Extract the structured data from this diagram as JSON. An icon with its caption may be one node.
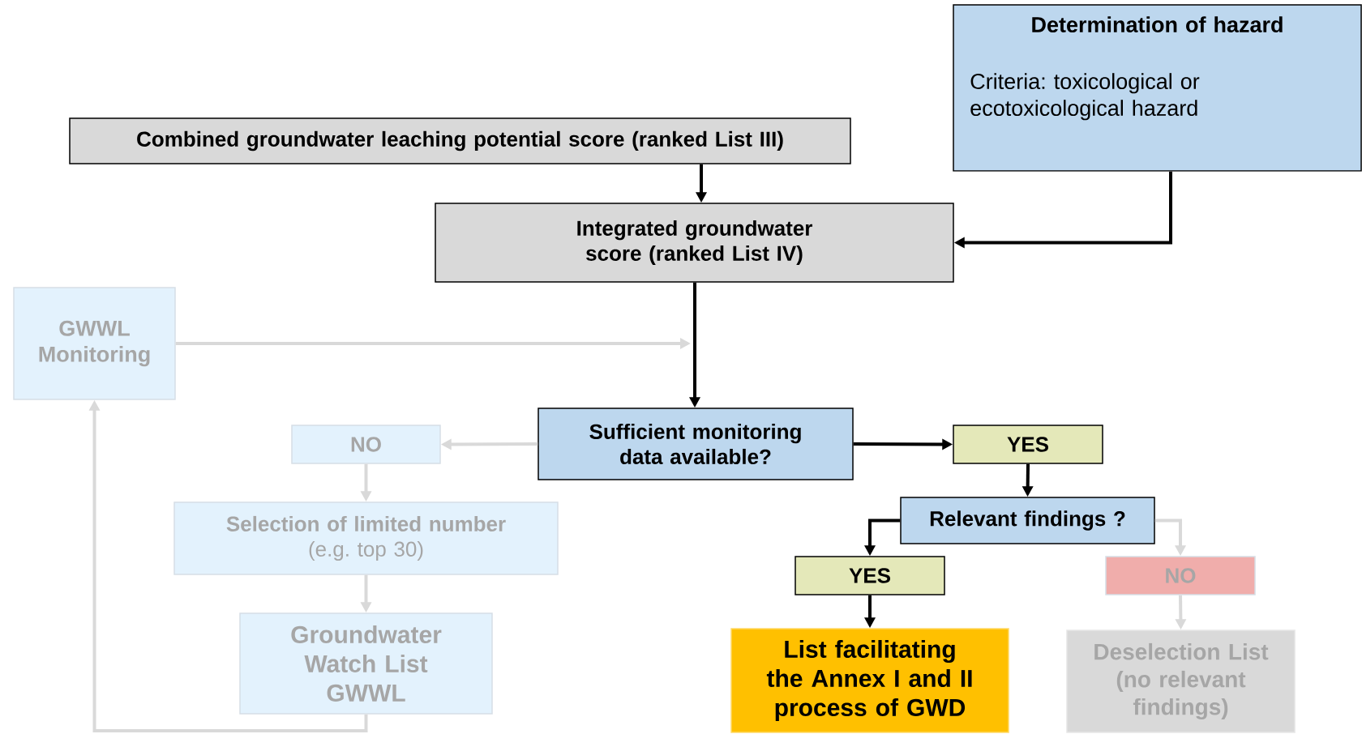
{
  "diagram": {
    "nodes": [
      {
        "text": [
          "Determination of hazard",
          "Criteria: toxicological or ecotoxicological hazard"
        ]
      },
      {
        "text": [
          "Combined groundwater leaching potential score (ranked List III)"
        ]
      },
      {
        "text": [
          "Integrated groundwater score (ranked List IV)"
        ]
      },
      {
        "text": [
          "GWWL Monitoring"
        ]
      },
      {
        "text": [
          "Sufficient monitoring data available?"
        ]
      },
      {
        "text": [
          "NO"
        ]
      },
      {
        "text": [
          "YES"
        ]
      },
      {
        "text": [
          "Selection of limited number",
          "(e.g. top 30)"
        ]
      },
      {
        "text": [
          "Relevant findings ?"
        ]
      },
      {
        "text": [
          "YES"
        ]
      },
      {
        "text": [
          "NO"
        ]
      },
      {
        "text": [
          "Groundwater Watch List GWWL"
        ]
      },
      {
        "text": [
          "List facilitating the Annex I and II process of GWD"
        ]
      },
      {
        "text": [
          "Deselection List (no relevant findings)"
        ]
      }
    ],
    "edges": [
      {
        "from": 1,
        "to": 2,
        "arrow": "to"
      },
      {
        "from": 0,
        "to": 2,
        "arrow": "to"
      },
      {
        "from": 2,
        "to": 4,
        "arrow": "to"
      },
      {
        "from": 3,
        "to": null,
        "arrow": "to",
        "color": "#d9d9d9"
      },
      {
        "from": 4,
        "to": 5,
        "arrow": "to",
        "color": "#d9d9d9"
      },
      {
        "from": 4,
        "to": 6,
        "arrow": "to"
      },
      {
        "from": 5,
        "to": 7,
        "arrow": "to",
        "color": "#d9d9d9"
      },
      {
        "from": 7,
        "to": 11,
        "arrow": "to",
        "color": "#d9d9d9"
      },
      {
        "from": 11,
        "to": 3,
        "arrow": "to",
        "color": "#d9d9d9"
      },
      {
        "from": 6,
        "to": 8,
        "arrow": "to"
      },
      {
        "from": 8,
        "to": 9,
        "arrow": "to"
      },
      {
        "from": 8,
        "to": 10,
        "arrow": "to",
        "color": "#d9d9d9"
      },
      {
        "from": 9,
        "to": 12,
        "arrow": "to"
      },
      {
        "from": 10,
        "to": 13,
        "arrow": "to",
        "color": "#d9d9d9"
      }
    ]
  }
}
